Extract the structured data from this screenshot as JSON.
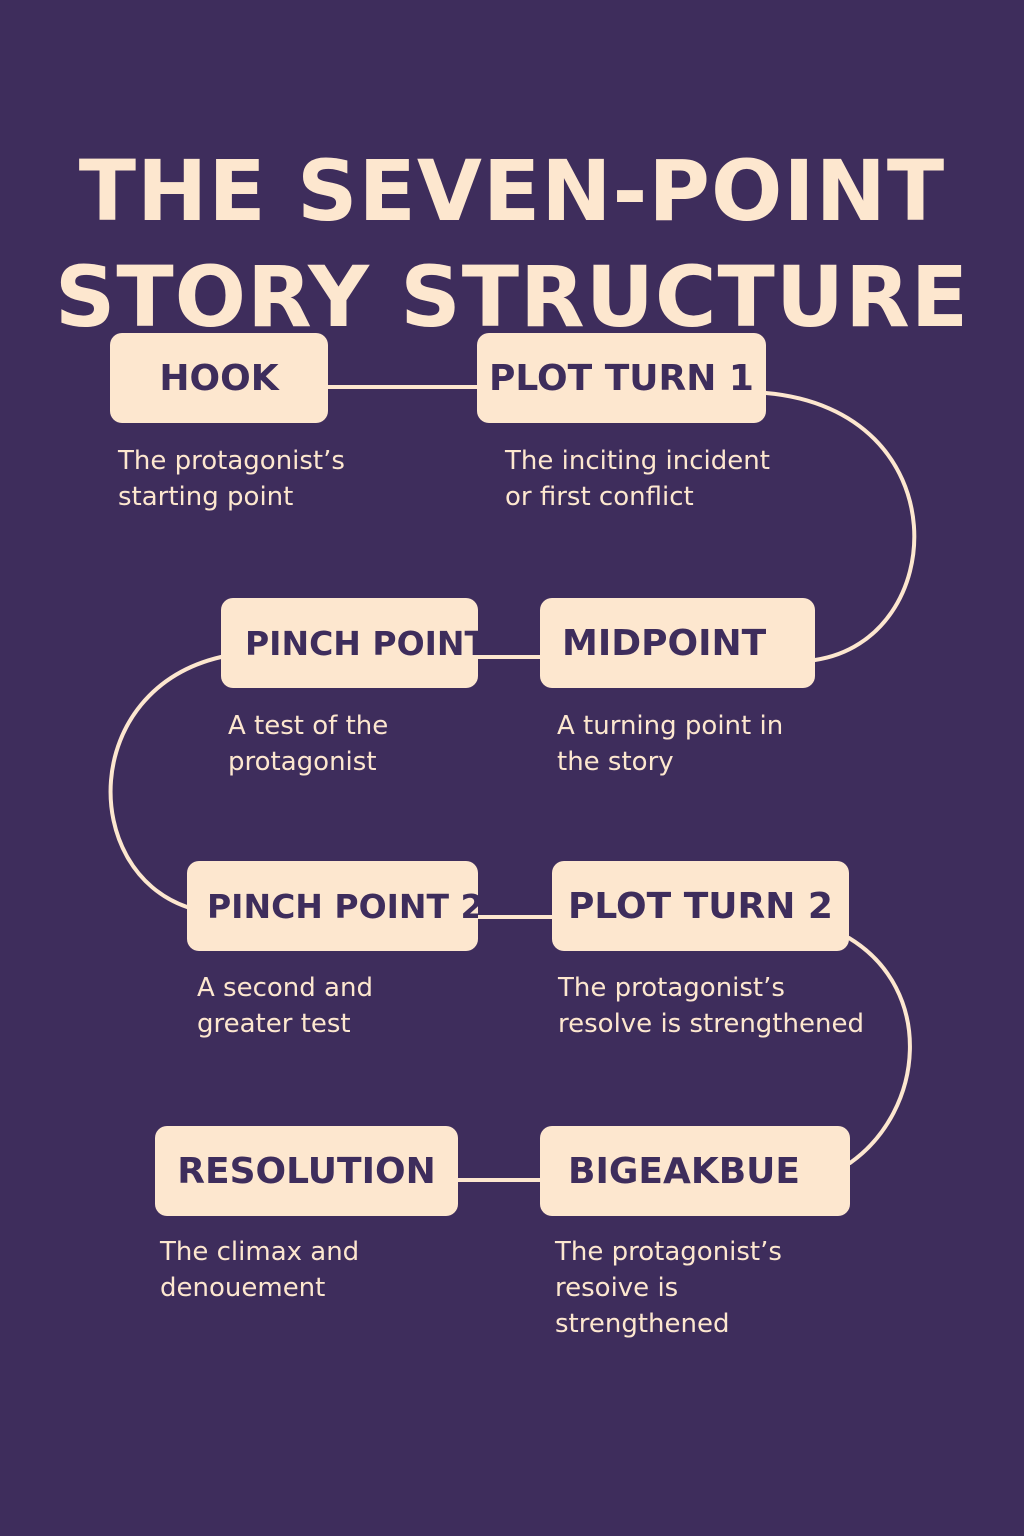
{
  "title": {
    "line1": "THE SEVEN-POINT",
    "line2": "STORY STRUCTURE"
  },
  "colors": {
    "background": "#3e2d5c",
    "accent": "#fde7cf"
  },
  "steps": {
    "hook": {
      "label": "HOOK",
      "desc": "The protagonist’s\nstarting point"
    },
    "plot_turn_1": {
      "label": "PLOT TURN 1",
      "desc": "The inciting incident\nor first conflict"
    },
    "midpoint": {
      "label": "MIDPOINT",
      "desc": "A turning point in\nthe story"
    },
    "pinch_point_1": {
      "label": "PINCH POINT",
      "desc": "A test of the\nprotagonist"
    },
    "pinch_point_2": {
      "label": "PINCH POINT 2",
      "desc": "A second and\ngreater test"
    },
    "plot_turn_2": {
      "label": "PLOT TURN 2",
      "desc": "The protagonist’s\nresolve is strengthened"
    },
    "bigeakbue": {
      "label": "BIGEAKBUE",
      "desc": "The protagonist’s\nresoive is\nstrengthened"
    },
    "resolution": {
      "label": "RESOLUTION",
      "desc": "The climax and\ndenouement"
    }
  }
}
